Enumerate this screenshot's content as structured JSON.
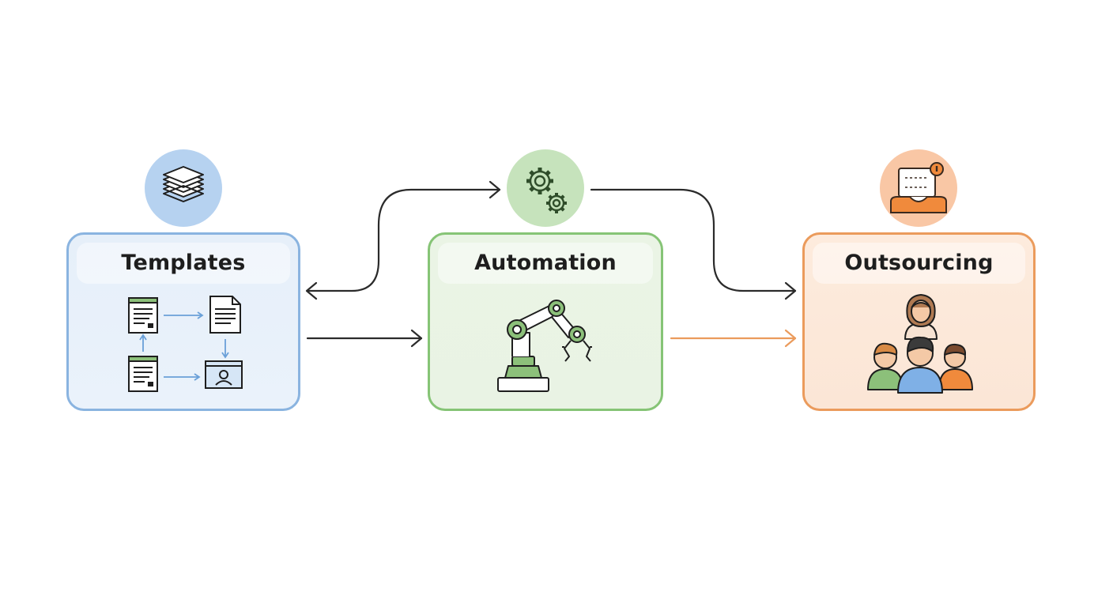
{
  "nodes": {
    "templates": {
      "title": "Templates",
      "color": "#8ab4e0",
      "badge_icon": "stacked-layers-icon"
    },
    "automation": {
      "title": "Automation",
      "color": "#86c476",
      "badge_icon": "gears-icon"
    },
    "outsourcing": {
      "title": "Outsourcing",
      "color": "#eb9b5c",
      "badge_icon": "support-agent-icon"
    }
  },
  "icons": {
    "templates_body": "document-flow-icon",
    "automation_body": "robotic-arm-icon",
    "outsourcing_body": "team-people-icon"
  },
  "connectors": [
    {
      "from": "automation",
      "to": "templates",
      "color": "#2b2b2b"
    },
    {
      "from": "templates",
      "to": "automation",
      "color": "#2b2b2b"
    },
    {
      "from": "automation",
      "to": "outsourcing",
      "color": "#2b2b2b"
    },
    {
      "from": "automation",
      "to": "outsourcing",
      "color": "#eb9b5c"
    }
  ]
}
